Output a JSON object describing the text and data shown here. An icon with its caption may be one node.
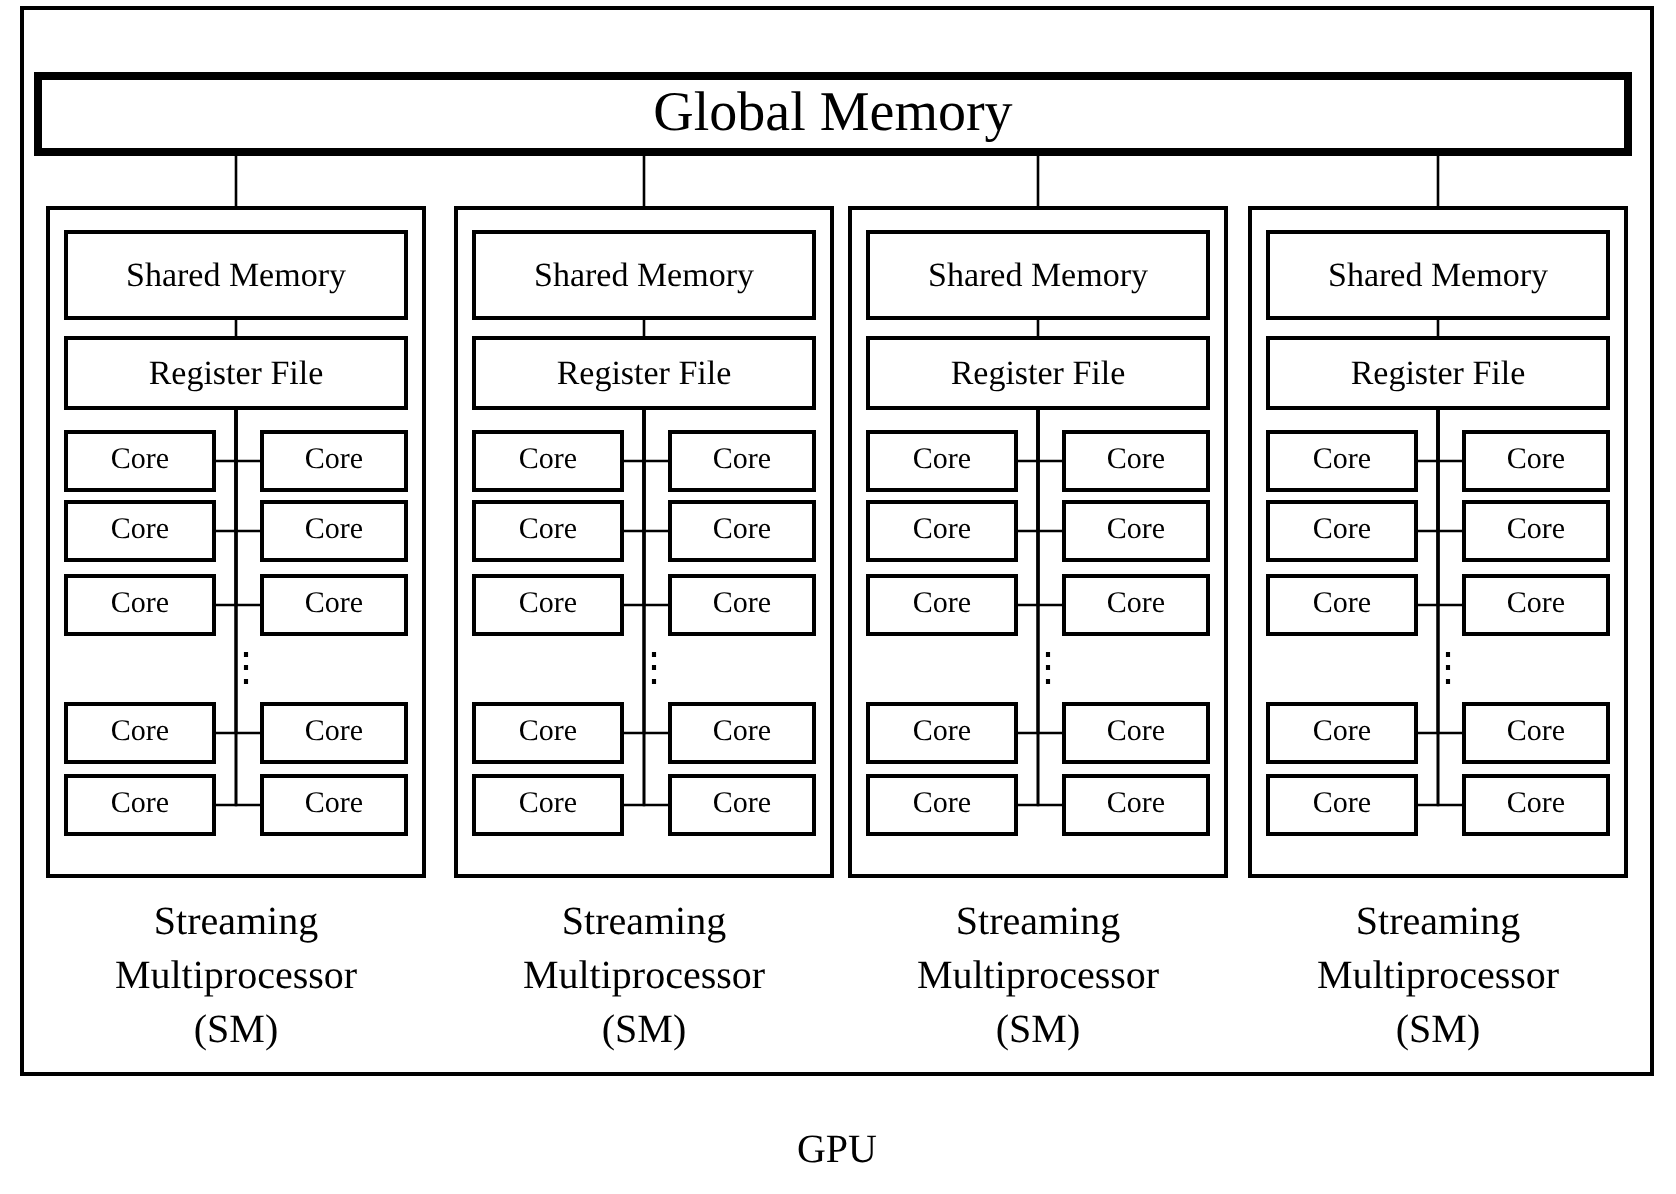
{
  "diagram": {
    "nodes": [
      {
        "text": [
          "GPU"
        ]
      },
      {
        "text": [
          "Global Memory"
        ],
        "in": 0
      },
      {
        "text": [
          "Streaming Multiprocessor (SM)"
        ],
        "in": 0
      },
      {
        "text": [
          "Shared Memory"
        ],
        "in": 2
      },
      {
        "text": [
          "Register File"
        ],
        "in": 2
      },
      {
        "text": [
          "Core"
        ],
        "in": 2
      },
      {
        "text": [
          "Core"
        ],
        "in": 2
      },
      {
        "text": [
          "Core"
        ],
        "in": 2
      },
      {
        "text": [
          "Core"
        ],
        "in": 2
      },
      {
        "text": [
          "Core"
        ],
        "in": 2
      },
      {
        "text": [
          "Core"
        ],
        "in": 2
      },
      {
        "text": [
          "Core"
        ],
        "in": 2
      },
      {
        "text": [
          "Core"
        ],
        "in": 2
      },
      {
        "text": [
          "Core"
        ],
        "in": 2
      },
      {
        "text": [
          "Core"
        ],
        "in": 2
      },
      {
        "text": [
          "Streaming Multiprocessor (SM)"
        ],
        "in": 0
      },
      {
        "text": [
          "Shared Memory"
        ],
        "in": 15
      },
      {
        "text": [
          "Register File"
        ],
        "in": 15
      },
      {
        "text": [
          "Core"
        ],
        "in": 15
      },
      {
        "text": [
          "Core"
        ],
        "in": 15
      },
      {
        "text": [
          "Core"
        ],
        "in": 15
      },
      {
        "text": [
          "Core"
        ],
        "in": 15
      },
      {
        "text": [
          "Core"
        ],
        "in": 15
      },
      {
        "text": [
          "Core"
        ],
        "in": 15
      },
      {
        "text": [
          "Core"
        ],
        "in": 15
      },
      {
        "text": [
          "Core"
        ],
        "in": 15
      },
      {
        "text": [
          "Core"
        ],
        "in": 15
      },
      {
        "text": [
          "Core"
        ],
        "in": 15
      },
      {
        "text": [
          "Streaming Multiprocessor (SM)"
        ],
        "in": 0
      },
      {
        "text": [
          "Shared Memory"
        ],
        "in": 28
      },
      {
        "text": [
          "Register File"
        ],
        "in": 28
      },
      {
        "text": [
          "Core"
        ],
        "in": 28
      },
      {
        "text": [
          "Core"
        ],
        "in": 28
      },
      {
        "text": [
          "Core"
        ],
        "in": 28
      },
      {
        "text": [
          "Core"
        ],
        "in": 28
      },
      {
        "text": [
          "Core"
        ],
        "in": 28
      },
      {
        "text": [
          "Core"
        ],
        "in": 28
      },
      {
        "text": [
          "Core"
        ],
        "in": 28
      },
      {
        "text": [
          "Core"
        ],
        "in": 28
      },
      {
        "text": [
          "Core"
        ],
        "in": 28
      },
      {
        "text": [
          "Core"
        ],
        "in": 28
      },
      {
        "text": [
          "Streaming Multiprocessor (SM)"
        ],
        "in": 0
      },
      {
        "text": [
          "Shared Memory"
        ],
        "in": 41
      },
      {
        "text": [
          "Register File"
        ],
        "in": 41
      },
      {
        "text": [
          "Core"
        ],
        "in": 41
      },
      {
        "text": [
          "Core"
        ],
        "in": 41
      },
      {
        "text": [
          "Core"
        ],
        "in": 41
      },
      {
        "text": [
          "Core"
        ],
        "in": 41
      },
      {
        "text": [
          "Core"
        ],
        "in": 41
      },
      {
        "text": [
          "Core"
        ],
        "in": 41
      },
      {
        "text": [
          "Core"
        ],
        "in": 41
      },
      {
        "text": [
          "Core"
        ],
        "in": 41
      },
      {
        "text": [
          "Core"
        ],
        "in": 41
      },
      {
        "text": [
          "Core"
        ],
        "in": 41
      }
    ],
    "edges": [
      {
        "from": 1,
        "to": 2,
        "arrow": "none"
      },
      {
        "from": 1,
        "to": 15,
        "arrow": "none"
      },
      {
        "from": 1,
        "to": 28,
        "arrow": "none"
      },
      {
        "from": 1,
        "to": 41,
        "arrow": "none"
      },
      {
        "from": 3,
        "to": 4,
        "arrow": "none"
      },
      {
        "from": 4,
        "to": 5,
        "arrow": "none"
      },
      {
        "from": 4,
        "to": 6,
        "arrow": "none"
      },
      {
        "from": 4,
        "to": 7,
        "arrow": "none"
      },
      {
        "from": 4,
        "to": 8,
        "arrow": "none"
      },
      {
        "from": 4,
        "to": 9,
        "arrow": "none"
      },
      {
        "from": 4,
        "to": 10,
        "arrow": "none"
      },
      {
        "from": 4,
        "to": 11,
        "arrow": "none"
      },
      {
        "from": 4,
        "to": 12,
        "arrow": "none"
      },
      {
        "from": 4,
        "to": 13,
        "arrow": "none"
      },
      {
        "from": 4,
        "to": 14,
        "arrow": "none"
      },
      {
        "from": 16,
        "to": 17,
        "arrow": "none"
      },
      {
        "from": 17,
        "to": 18,
        "arrow": "none"
      },
      {
        "from": 17,
        "to": 19,
        "arrow": "none"
      },
      {
        "from": 17,
        "to": 20,
        "arrow": "none"
      },
      {
        "from": 17,
        "to": 21,
        "arrow": "none"
      },
      {
        "from": 17,
        "to": 22,
        "arrow": "none"
      },
      {
        "from": 17,
        "to": 23,
        "arrow": "none"
      },
      {
        "from": 17,
        "to": 24,
        "arrow": "none"
      },
      {
        "from": 17,
        "to": 25,
        "arrow": "none"
      },
      {
        "from": 17,
        "to": 26,
        "arrow": "none"
      },
      {
        "from": 17,
        "to": 27,
        "arrow": "none"
      },
      {
        "from": 29,
        "to": 30,
        "arrow": "none"
      },
      {
        "from": 30,
        "to": 31,
        "arrow": "none"
      },
      {
        "from": 30,
        "to": 32,
        "arrow": "none"
      },
      {
        "from": 30,
        "to": 33,
        "arrow": "none"
      },
      {
        "from": 30,
        "to": 34,
        "arrow": "none"
      },
      {
        "from": 30,
        "to": 35,
        "arrow": "none"
      },
      {
        "from": 30,
        "to": 36,
        "arrow": "none"
      },
      {
        "from": 30,
        "to": 37,
        "arrow": "none"
      },
      {
        "from": 30,
        "to": 38,
        "arrow": "none"
      },
      {
        "from": 30,
        "to": 39,
        "arrow": "none"
      },
      {
        "from": 30,
        "to": 40,
        "arrow": "none"
      },
      {
        "from": 42,
        "to": 43,
        "arrow": "none"
      },
      {
        "from": 43,
        "to": 44,
        "arrow": "none"
      },
      {
        "from": 43,
        "to": 45,
        "arrow": "none"
      },
      {
        "from": 43,
        "to": 46,
        "arrow": "none"
      },
      {
        "from": 43,
        "to": 47,
        "arrow": "none"
      },
      {
        "from": 43,
        "to": 48,
        "arrow": "none"
      },
      {
        "from": 43,
        "to": 49,
        "arrow": "none"
      },
      {
        "from": 43,
        "to": 50,
        "arrow": "none"
      },
      {
        "from": 43,
        "to": 51,
        "arrow": "none"
      },
      {
        "from": 43,
        "to": 52,
        "arrow": "none"
      },
      {
        "from": 43,
        "to": 53,
        "arrow": "none"
      }
    ],
    "labels": [
      "⋮",
      "⋮",
      "⋮",
      "⋮"
    ]
  }
}
